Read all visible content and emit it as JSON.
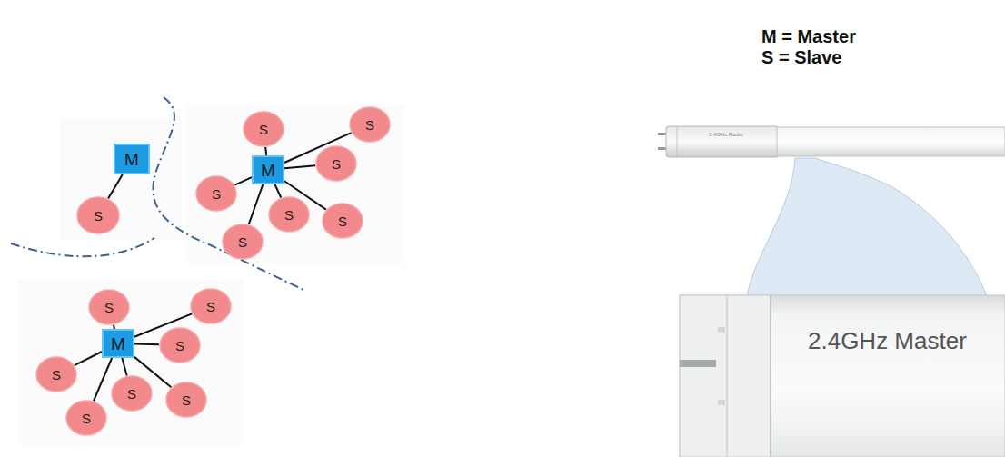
{
  "diagram": {
    "nodes": [
      {
        "text": [
          "M"
        ]
      },
      {
        "text": [
          "S"
        ]
      },
      {
        "text": [
          "M"
        ]
      },
      {
        "text": [
          "S"
        ]
      },
      {
        "text": [
          "S"
        ]
      },
      {
        "text": [
          "S"
        ]
      },
      {
        "text": [
          "S"
        ]
      },
      {
        "text": [
          "S"
        ]
      },
      {
        "text": [
          "S"
        ]
      },
      {
        "text": [
          "S"
        ]
      },
      {
        "text": [
          "M"
        ]
      },
      {
        "text": [
          "S"
        ]
      },
      {
        "text": [
          "S"
        ]
      },
      {
        "text": [
          "S"
        ]
      },
      {
        "text": [
          "S"
        ]
      },
      {
        "text": [
          "S"
        ]
      },
      {
        "text": [
          "S"
        ]
      },
      {
        "text": [
          "S"
        ]
      }
    ],
    "edges": [
      {
        "from": 0,
        "to": 1,
        "arrow": "none"
      },
      {
        "from": 2,
        "to": 3,
        "arrow": "none"
      },
      {
        "from": 2,
        "to": 4,
        "arrow": "none"
      },
      {
        "from": 2,
        "to": 5,
        "arrow": "none"
      },
      {
        "from": 2,
        "to": 6,
        "arrow": "none"
      },
      {
        "from": 2,
        "to": 7,
        "arrow": "none"
      },
      {
        "from": 2,
        "to": 8,
        "arrow": "none"
      },
      {
        "from": 2,
        "to": 9,
        "arrow": "none"
      },
      {
        "from": 10,
        "to": 11,
        "arrow": "none"
      },
      {
        "from": 10,
        "to": 12,
        "arrow": "none"
      },
      {
        "from": 10,
        "to": 13,
        "arrow": "none"
      },
      {
        "from": 10,
        "to": 14,
        "arrow": "none"
      },
      {
        "from": 10,
        "to": 15,
        "arrow": "none"
      },
      {
        "from": 10,
        "to": 16,
        "arrow": "none"
      },
      {
        "from": 10,
        "to": 17,
        "arrow": "none"
      }
    ],
    "labels": [
      "M = Master",
      "S = Slave",
      "2.4GHz Radio",
      "2.4GHz Master"
    ]
  }
}
